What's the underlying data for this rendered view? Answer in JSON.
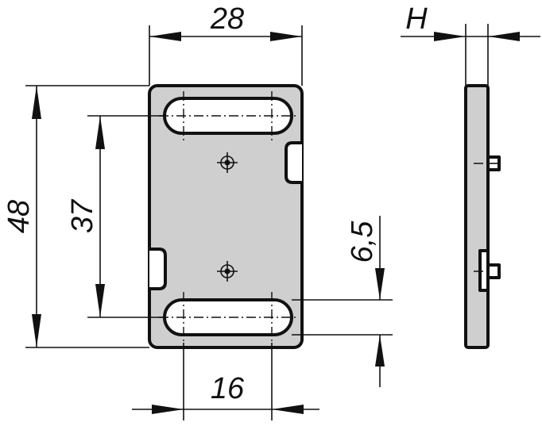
{
  "drawing": {
    "dimensions": {
      "width": "28",
      "thickness": "H",
      "overall_height": "48",
      "slot_pitch": "37",
      "slot_width": "6,5",
      "slot_length": "16"
    },
    "colors": {
      "plate_fill": "#cfcfcf",
      "line": "#111111",
      "background": "#ffffff"
    }
  }
}
